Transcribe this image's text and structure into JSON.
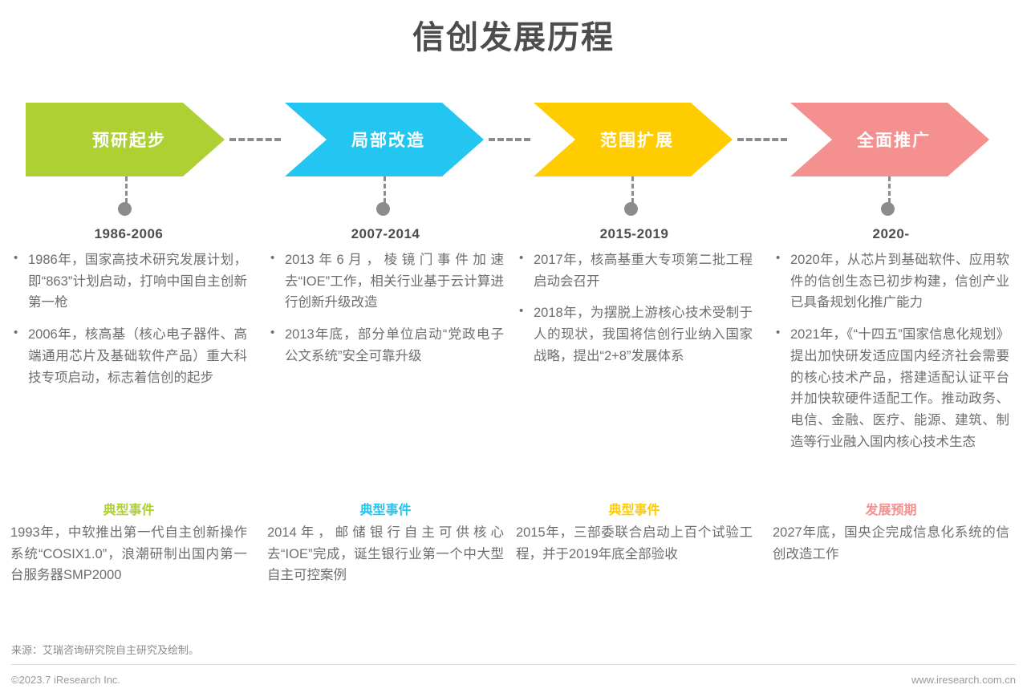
{
  "page": {
    "title": "信创发展历程"
  },
  "colors": {
    "phase1": "#AFD032",
    "phase2": "#23C6F0",
    "phase3": "#FFCC00",
    "phase4": "#F4908F",
    "connector": "#8C8C8C",
    "title_text": "#4D4D4F",
    "body_text": "#6D6E71"
  },
  "phases": [
    {
      "label": "预研起步",
      "date": "1986-2006",
      "bullets": [
        "1986年，国家高技术研究发展计划，即“863”计划启动，打响中国自主创新第一枪",
        "2006年，核高基（核心电子器件、高端通用芯片及基础软件产品）重大科技专项启动，标志着信创的起步"
      ],
      "event_heading": "典型事件",
      "event_body": "1993年，中软推出第一代自主创新操作系统“COSIX1.0”，浪潮研制出国内第一台服务器SMP2000"
    },
    {
      "label": "局部改造",
      "date": "2007-2014",
      "bullets": [
        "2013年6月，棱镜门事件加速去“IOE”工作，相关行业基于云计算进行创新升级改造",
        "2013年底，部分单位启动“党政电子公文系统”安全可靠升级"
      ],
      "event_heading": "典型事件",
      "event_body": "2014年，邮储银行自主可供核心去“IOE”完成，诞生银行业第一个中大型自主可控案例"
    },
    {
      "label": "范围扩展",
      "date": "2015-2019",
      "bullets": [
        "2017年，核高基重大专项第二批工程启动会召开",
        "2018年，为摆脱上游核心技术受制于人的现状，我国将信创行业纳入国家战略，提出“2+8”发展体系"
      ],
      "event_heading": "典型事件",
      "event_body": "2015年，三部委联合启动上百个试验工程，并于2019年底全部验收"
    },
    {
      "label": "全面推广",
      "date": "2020-",
      "bullets": [
        "2020年，从芯片到基础软件、应用软件的信创生态已初步构建，信创产业已具备规划化推广能力",
        "2021年，《“十四五”国家信息化规划》提出加快研发适应国内经济社会需要的核心技术产品，搭建适配认证平台并加快软硬件适配工作。推动政务、电信、金融、医疗、能源、建筑、制造等行业融入国内核心技术生态"
      ],
      "event_heading": "发展预期",
      "event_body": "2027年底，国央企完成信息化系统的信创改造工作"
    }
  ],
  "footer": {
    "source": "来源：艾瑞咨询研究院自主研究及绘制。",
    "copyright": "©2023.7 iResearch Inc.",
    "website": "www.iresearch.com.cn"
  }
}
